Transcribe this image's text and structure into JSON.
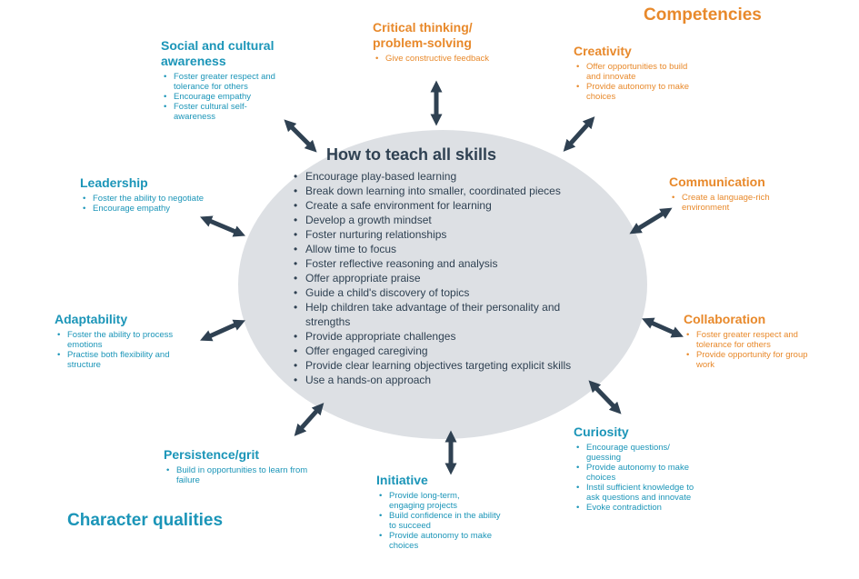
{
  "headings": {
    "competencies": "Competencies",
    "character": "Character qualities"
  },
  "center": {
    "title": "How to teach all skills",
    "items": [
      "Encourage play-based learning",
      "Break down learning into smaller, coordinated pieces",
      "Create a safe environment for learning",
      "Develop a growth mindset",
      "Foster nurturing relationships",
      "Allow time to focus",
      "Foster reflective reasoning and analysis",
      "Offer appropriate praise",
      "Guide a child's discovery of topics",
      "Help children take advantage of their personality and strengths",
      "Provide appropriate challenges",
      "Offer engaged caregiving",
      "Provide clear learning objectives targeting explicit skills",
      "Use a hands-on approach"
    ]
  },
  "skills": {
    "critical": {
      "title": "Critical thinking/ problem-solving",
      "items": [
        "Give constructive feedback"
      ]
    },
    "creativity": {
      "title": "Creativity",
      "items": [
        "Offer opportunities to build and innovate",
        "Provide autonomy to make choices"
      ]
    },
    "communication": {
      "title": "Communication",
      "items": [
        "Create a language-rich environment"
      ]
    },
    "collaboration": {
      "title": "Collaboration",
      "items": [
        "Foster greater respect and tolerance for others",
        "Provide opportunity for group work"
      ]
    },
    "curiosity": {
      "title": "Curiosity",
      "items": [
        "Encourage questions/ guessing",
        "Provide autonomy to make choices",
        "Instil sufficient knowledge to ask questions and innovate",
        "Evoke contradiction"
      ]
    },
    "initiative": {
      "title": "Initiative",
      "items": [
        "Provide long-term, engaging projects",
        "Build confidence in the ability to succeed",
        "Provide autonomy to make choices"
      ]
    },
    "persistence": {
      "title": "Persistence/grit",
      "items": [
        "Build in opportunities to learn from failure"
      ]
    },
    "adaptability": {
      "title": "Adaptability",
      "items": [
        "Foster the ability to process emotions",
        "Practise both flexibility and structure"
      ]
    },
    "leadership": {
      "title": "Leadership",
      "items": [
        "Foster the ability to negotiate",
        "Encourage empathy"
      ]
    },
    "social": {
      "title": "Social and cultural awareness",
      "items": [
        "Foster greater respect and tolerance for others",
        "Encourage empathy",
        "Foster cultural self-awareness"
      ]
    }
  },
  "colors": {
    "competency": "#e8892b",
    "character": "#1b95b8",
    "arrow": "#2f4152",
    "ellipse": "#dde0e4"
  }
}
